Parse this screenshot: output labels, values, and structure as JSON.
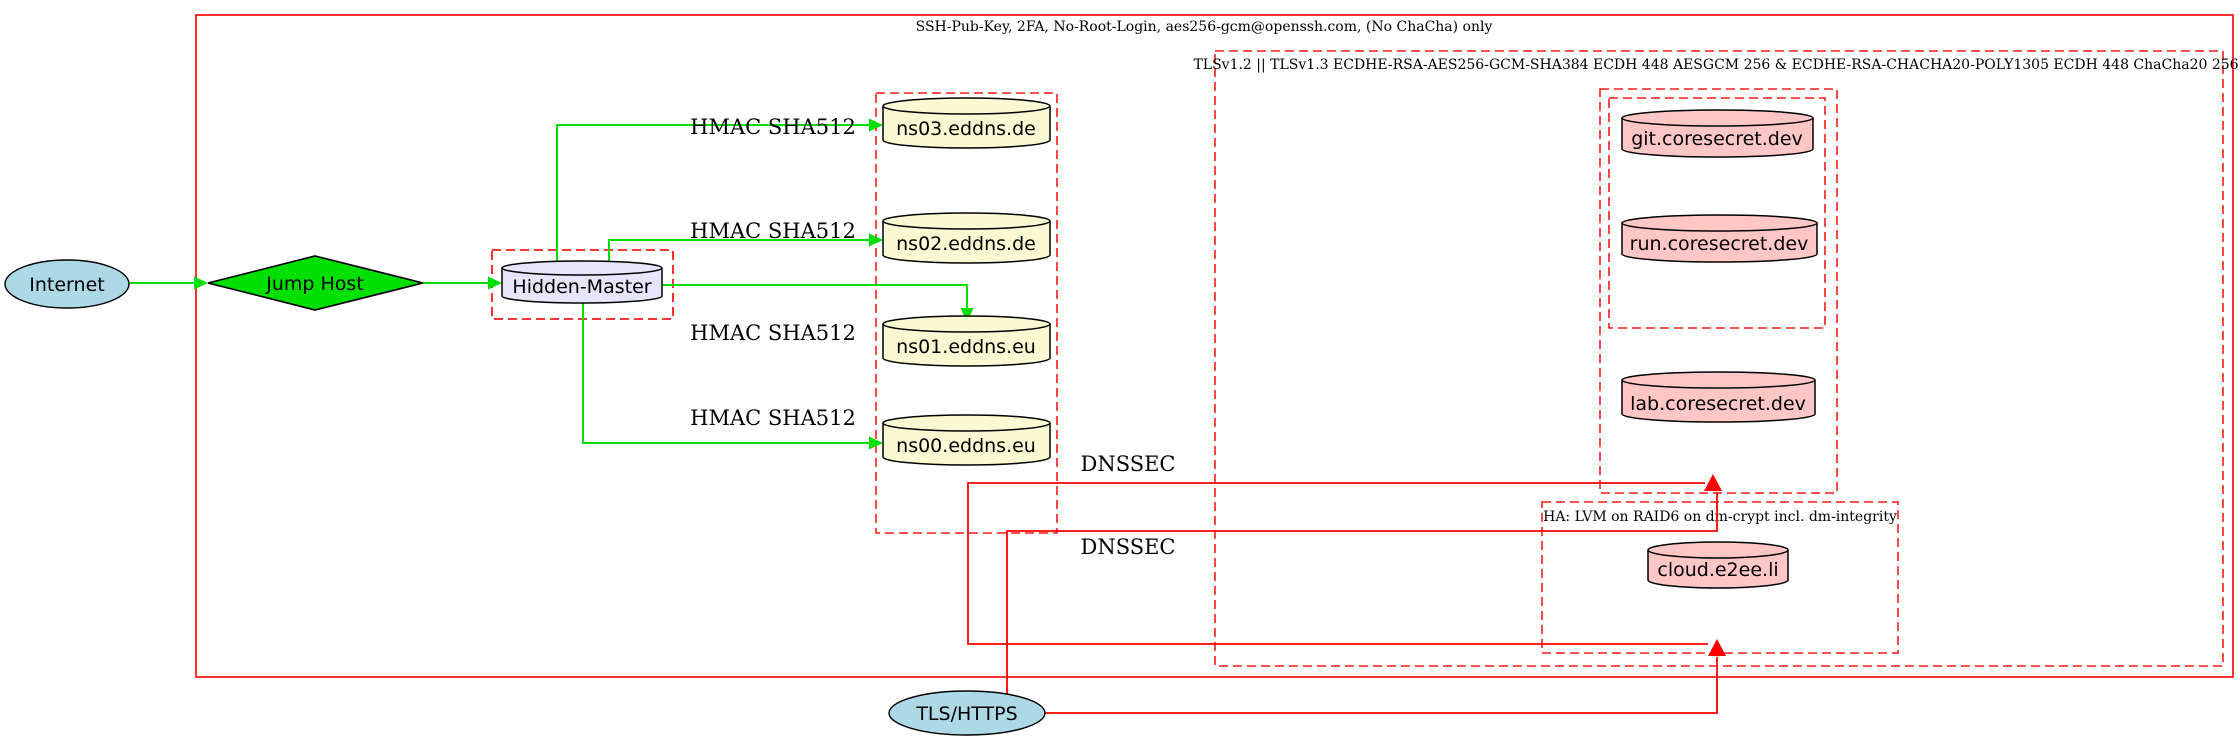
{
  "diagram": {
    "clusters": {
      "perimeter": {
        "label": "SSH-Pub-Key, 2FA, No-Root-Login, aes256-gcm@openssh.com, (No ChaCha) only"
      },
      "tls": {
        "label": "TLSv1.2 || TLSv1.3 ECDHE-RSA-AES256-GCM-SHA384 ECDH 448 AESGCM 256 & ECDHE-RSA-CHACHA20-POLY1305 ECDH 448 ChaCha20 256"
      },
      "ha": {
        "label": "HA: LVM on RAID6 on dm-crypt incl. dm-integrity"
      }
    },
    "nodes": {
      "internet": "Internet",
      "jump_host": "Jump Host",
      "hidden_master": "Hidden-Master",
      "ns03": "ns03.eddns.de",
      "ns02": "ns02.eddns.de",
      "ns01": "ns01.eddns.eu",
      "ns00": "ns00.eddns.eu",
      "git": "git.coresecret.dev",
      "run": "run.coresecret.dev",
      "lab": "lab.coresecret.dev",
      "cloud": "cloud.e2ee.li",
      "tls_https": "TLS/HTTPS"
    },
    "edge_labels": {
      "hmac": "HMAC SHA512",
      "dnssec": "DNSSEC"
    },
    "colors": {
      "edge_green": "#00e000",
      "edge_red": "#ff0000",
      "node_blue": "#add8e6",
      "node_green": "#00e000",
      "node_lavender": "#e6e6fa",
      "node_yellow": "#fafad2",
      "node_pink": "#ffc6c6"
    }
  }
}
